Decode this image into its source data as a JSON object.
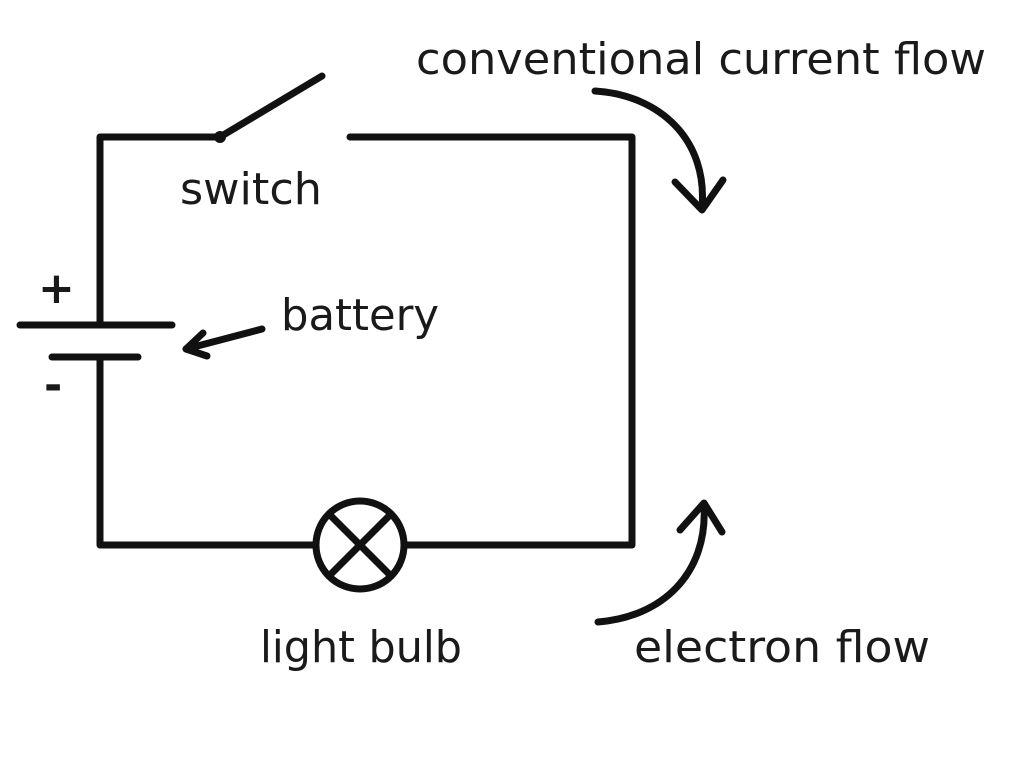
{
  "labels": {
    "conventional": "conventional current flow",
    "switch": "switch",
    "battery": "battery",
    "plus": "+",
    "minus": "-",
    "bulb": "light bulb",
    "electron": "electron flow"
  },
  "colors": {
    "background": "#ffffff",
    "stroke": "#111111",
    "text": "#1a1a1a"
  }
}
